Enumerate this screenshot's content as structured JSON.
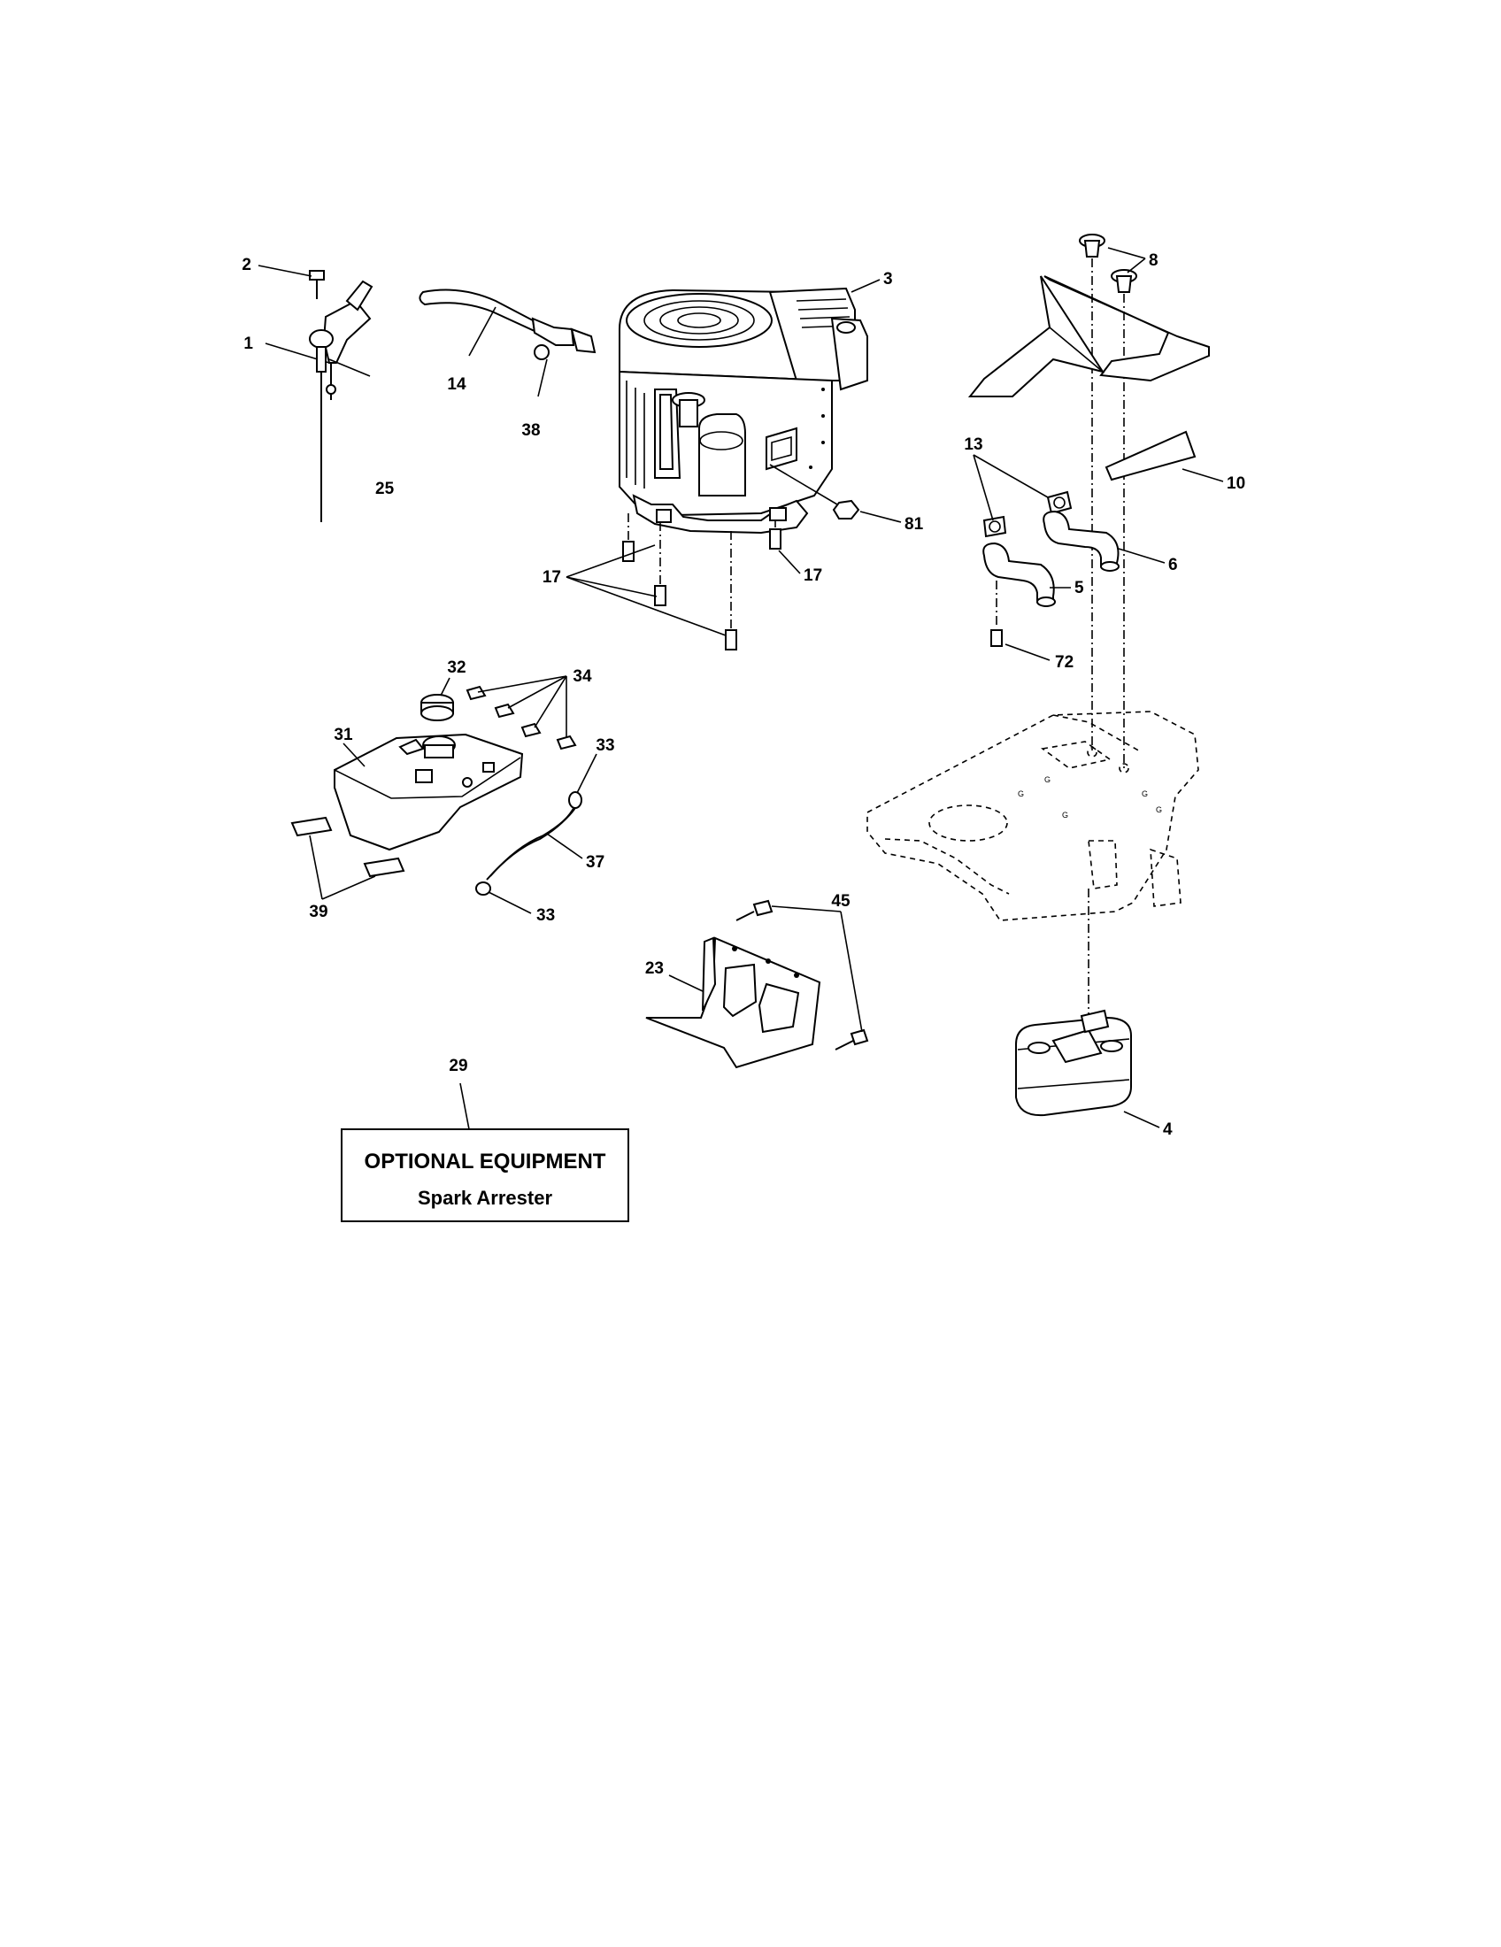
{
  "callouts": [
    "1",
    "2",
    "3",
    "4",
    "5",
    "6",
    "8",
    "10",
    "13",
    "14",
    "17",
    "17",
    "23",
    "25",
    "29",
    "31",
    "32",
    "33",
    "33",
    "34",
    "37",
    "38",
    "39",
    "45",
    "72",
    "81"
  ],
  "optional_box": {
    "line1": "OPTIONAL EQUIPMENT",
    "line2": "Spark Arrester"
  }
}
